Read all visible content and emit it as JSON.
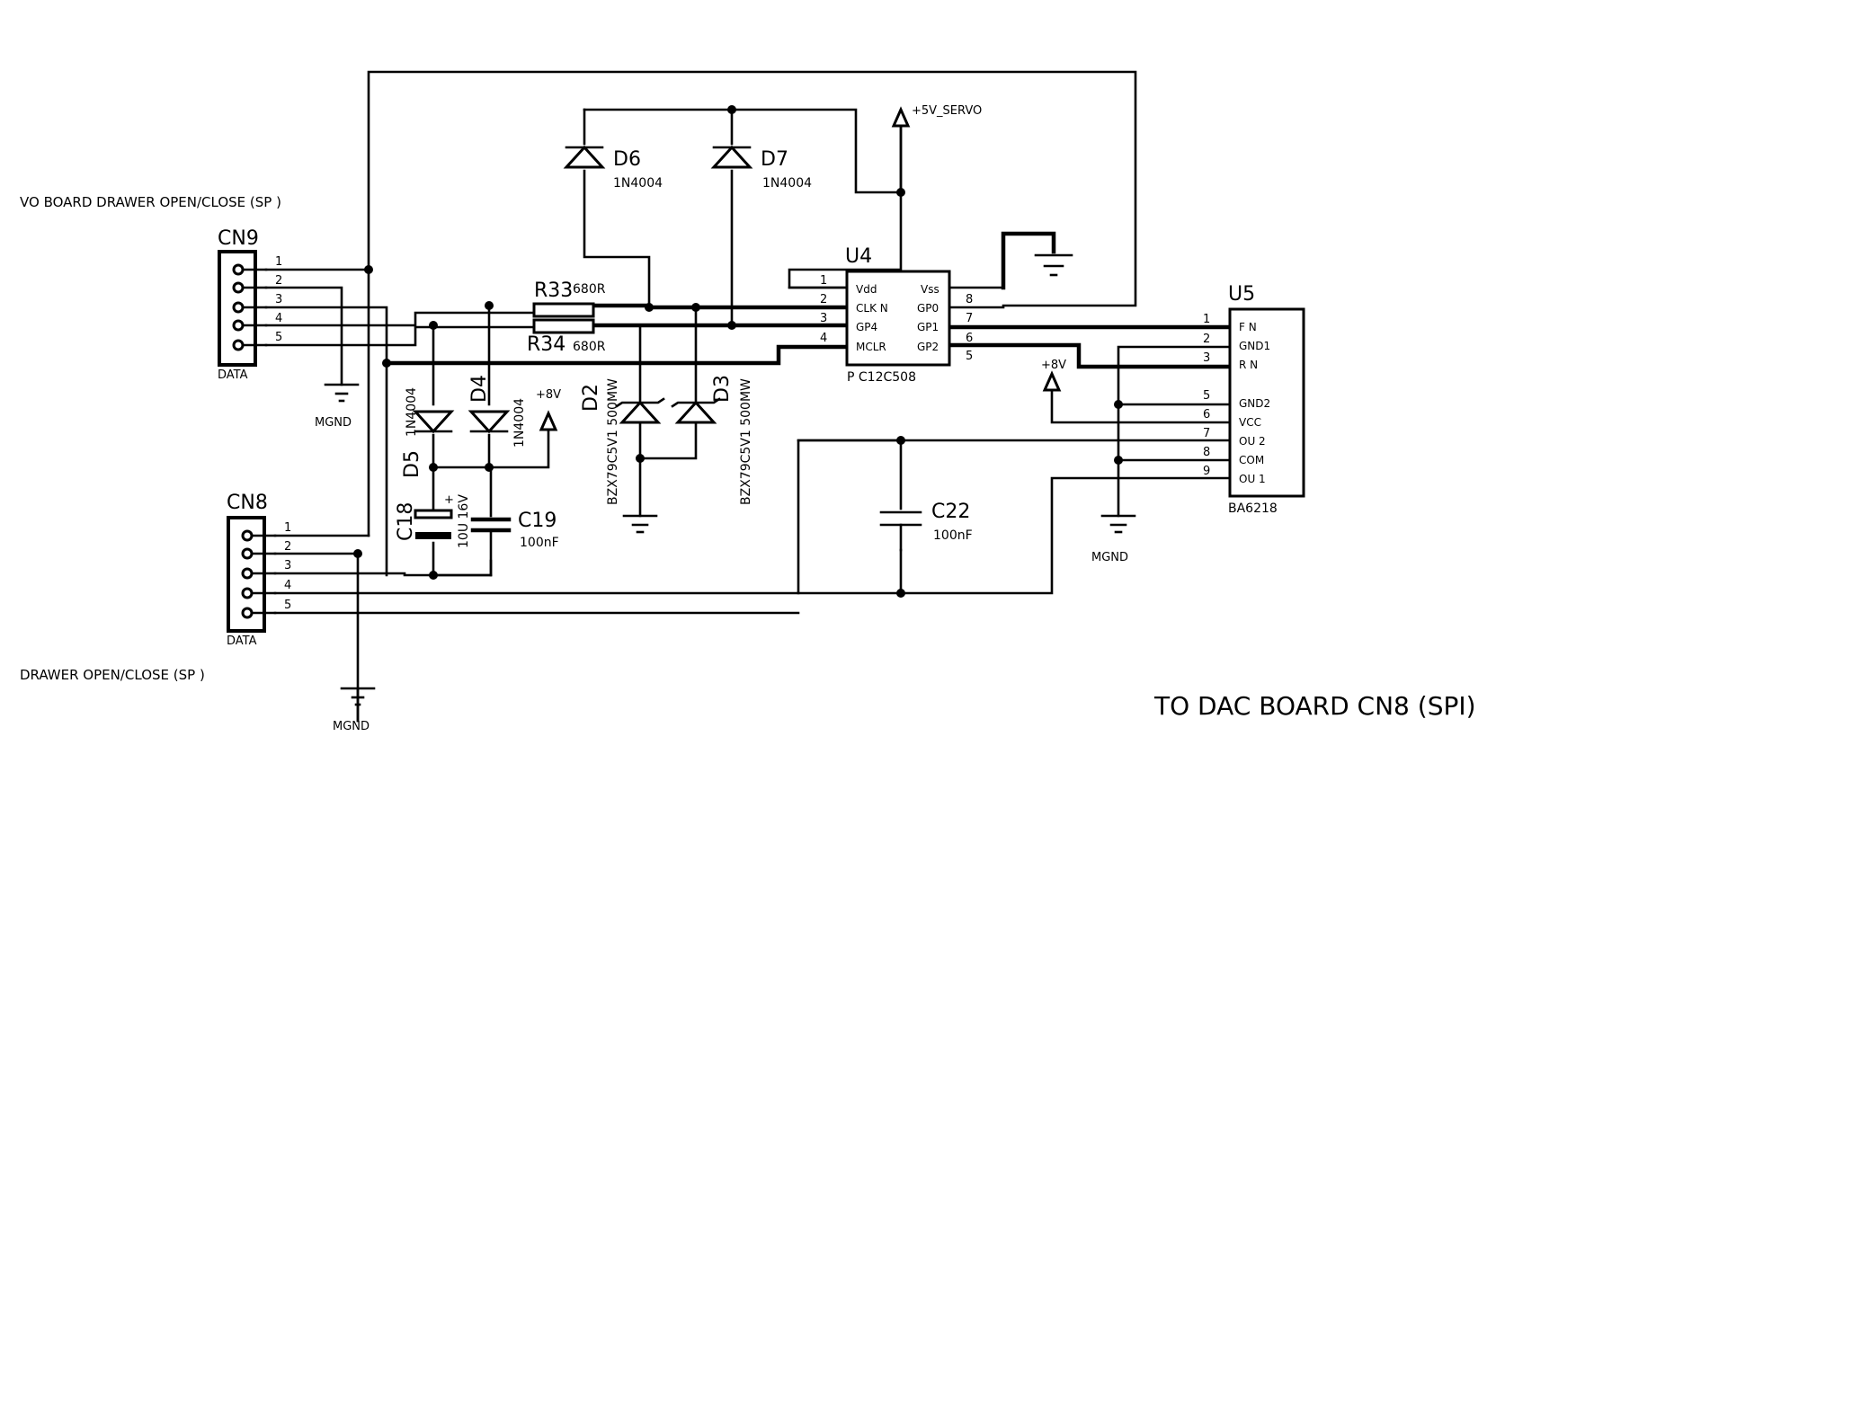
{
  "headers": {
    "top": "VO BOARD DRAWER OPEN/CLOSE (SP )",
    "bottom": "DRAWER OPEN/CLOSE (SP )",
    "dac": "TO DAC BOARD CN8 (SPI)"
  },
  "connectors": {
    "cn9": {
      "ref": "CN9",
      "label": "DATA",
      "pins": [
        "1",
        "2",
        "3",
        "4",
        "5"
      ]
    },
    "cn8": {
      "ref": "CN8",
      "label": "DATA",
      "pins": [
        "1",
        "2",
        "3",
        "4",
        "5"
      ]
    }
  },
  "grounds": {
    "mgnd": "MGND"
  },
  "power": {
    "p5v_servo": "+5V_SERVO",
    "p8v": "+8V"
  },
  "diodes": {
    "d6": {
      "ref": "D6",
      "value": "1N4004"
    },
    "d7": {
      "ref": "D7",
      "value": "1N4004"
    },
    "d4": {
      "ref": "D4",
      "value": "1N4004"
    },
    "d5": {
      "ref": "D5",
      "value": "1N4004"
    },
    "d2": {
      "ref": "D2",
      "value": "BZX79C5V1 500MW"
    },
    "d3": {
      "ref": "D3",
      "value": "BZX79C5V1 500MW"
    }
  },
  "resistors": {
    "r33": {
      "ref": "R33",
      "value": "680R"
    },
    "r34": {
      "ref": "R34",
      "value": "680R"
    }
  },
  "capacitors": {
    "c18": {
      "ref": "C18",
      "value": "10U 16V",
      "plus": "+"
    },
    "c19": {
      "ref": "C19",
      "value": "100nF"
    },
    "c22": {
      "ref": "C22",
      "value": "100nF"
    }
  },
  "u4": {
    "ref": "U4",
    "part": "P C12C508",
    "left_pins": [
      {
        "num": "1",
        "name": "Vdd"
      },
      {
        "num": "2",
        "name": "CLK N"
      },
      {
        "num": "3",
        "name": "GP4"
      },
      {
        "num": "4",
        "name": "MCLR"
      }
    ],
    "right_pins": [
      {
        "num": "8",
        "name": "Vss"
      },
      {
        "num": "7",
        "name": "GP0"
      },
      {
        "num": "6",
        "name": "GP1"
      },
      {
        "num": "5",
        "name": "GP2"
      }
    ]
  },
  "u5": {
    "ref": "U5",
    "part": "BA6218",
    "pins": [
      {
        "num": "1",
        "name": "F N"
      },
      {
        "num": "2",
        "name": "GND1"
      },
      {
        "num": "3",
        "name": "R N"
      },
      {
        "num": "5",
        "name": "GND2"
      },
      {
        "num": "6",
        "name": "VCC"
      },
      {
        "num": "7",
        "name": "OU 2"
      },
      {
        "num": "8",
        "name": "COM"
      },
      {
        "num": "9",
        "name": "OU 1"
      }
    ]
  }
}
